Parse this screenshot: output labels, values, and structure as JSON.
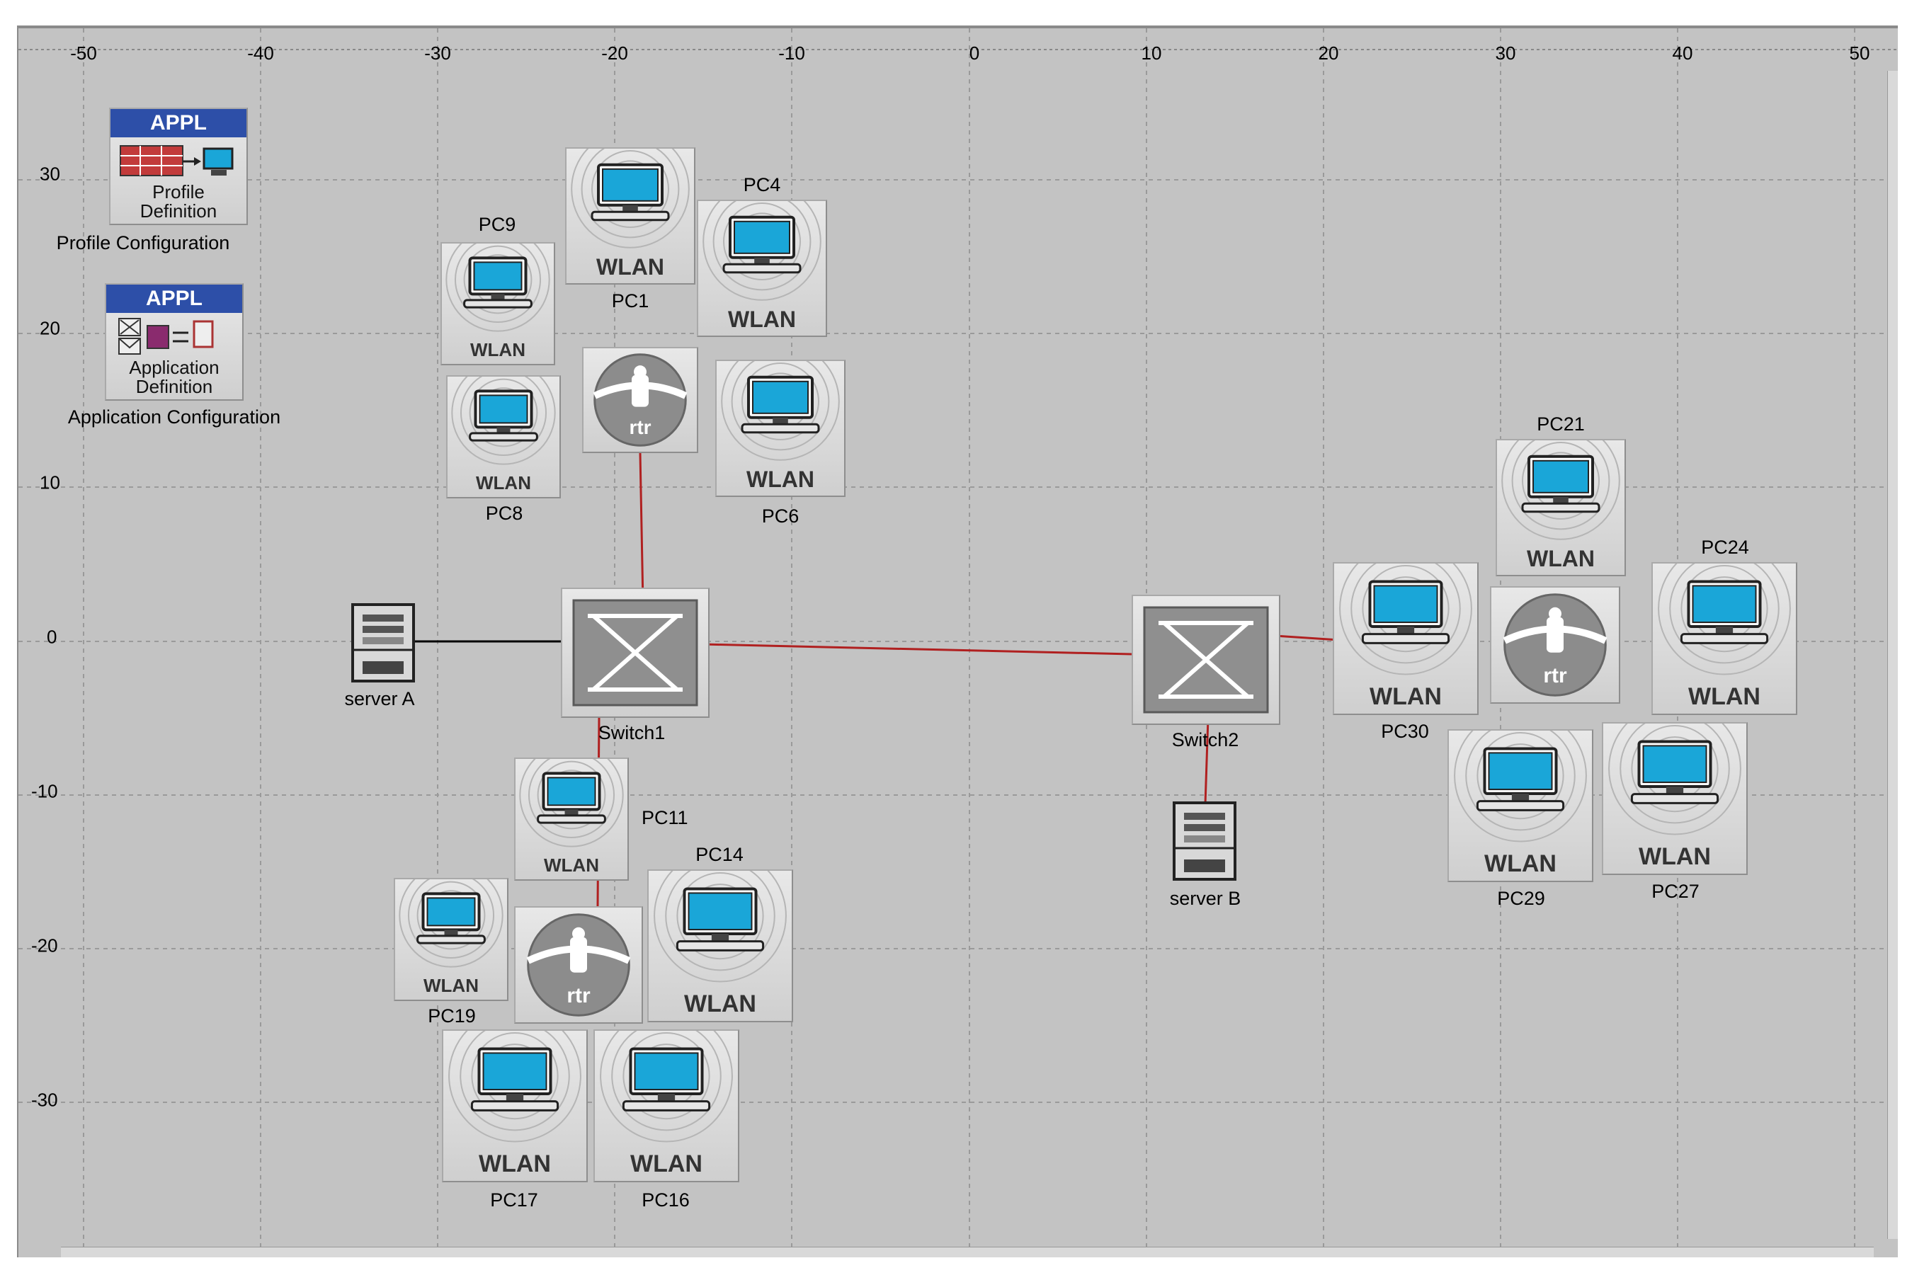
{
  "x_axis_ticks": [
    "-50",
    "-40",
    "-30",
    "-20",
    "-10",
    "0",
    "10",
    "20",
    "30",
    "40",
    "50"
  ],
  "y_axis_ticks": [
    "30",
    "20",
    "10",
    "0",
    "-10",
    "-20",
    "-30"
  ],
  "config_nodes": {
    "profile": {
      "badge": "APPL",
      "title_line1": "Profile",
      "title_line2": "Definition",
      "label": "Profile Configuration"
    },
    "application": {
      "badge": "APPL",
      "title_line1": "Application",
      "title_line2": "Definition",
      "label": "Application Configuration"
    }
  },
  "device_caption": "WLAN",
  "router_caption": "rtr",
  "nodes": {
    "pc1": "PC1",
    "pc4": "PC4",
    "pc6": "PC6",
    "pc8": "PC8",
    "pc9": "PC9",
    "pc11": "PC11",
    "pc14": "PC14",
    "pc16": "PC16",
    "pc17": "PC17",
    "pc19": "PC19",
    "pc21": "PC21",
    "pc24": "PC24",
    "pc27": "PC27",
    "pc29": "PC29",
    "pc30": "PC30",
    "switch1": "Switch1",
    "switch2": "Switch2",
    "server_a": "server A",
    "server_b": "server B"
  },
  "colors": {
    "canvas": "#c3c3c3",
    "link_wired": "#b02020",
    "link_server": "#000000",
    "appl_header": "#2d4fa8",
    "screen": "#1aa6d8"
  }
}
